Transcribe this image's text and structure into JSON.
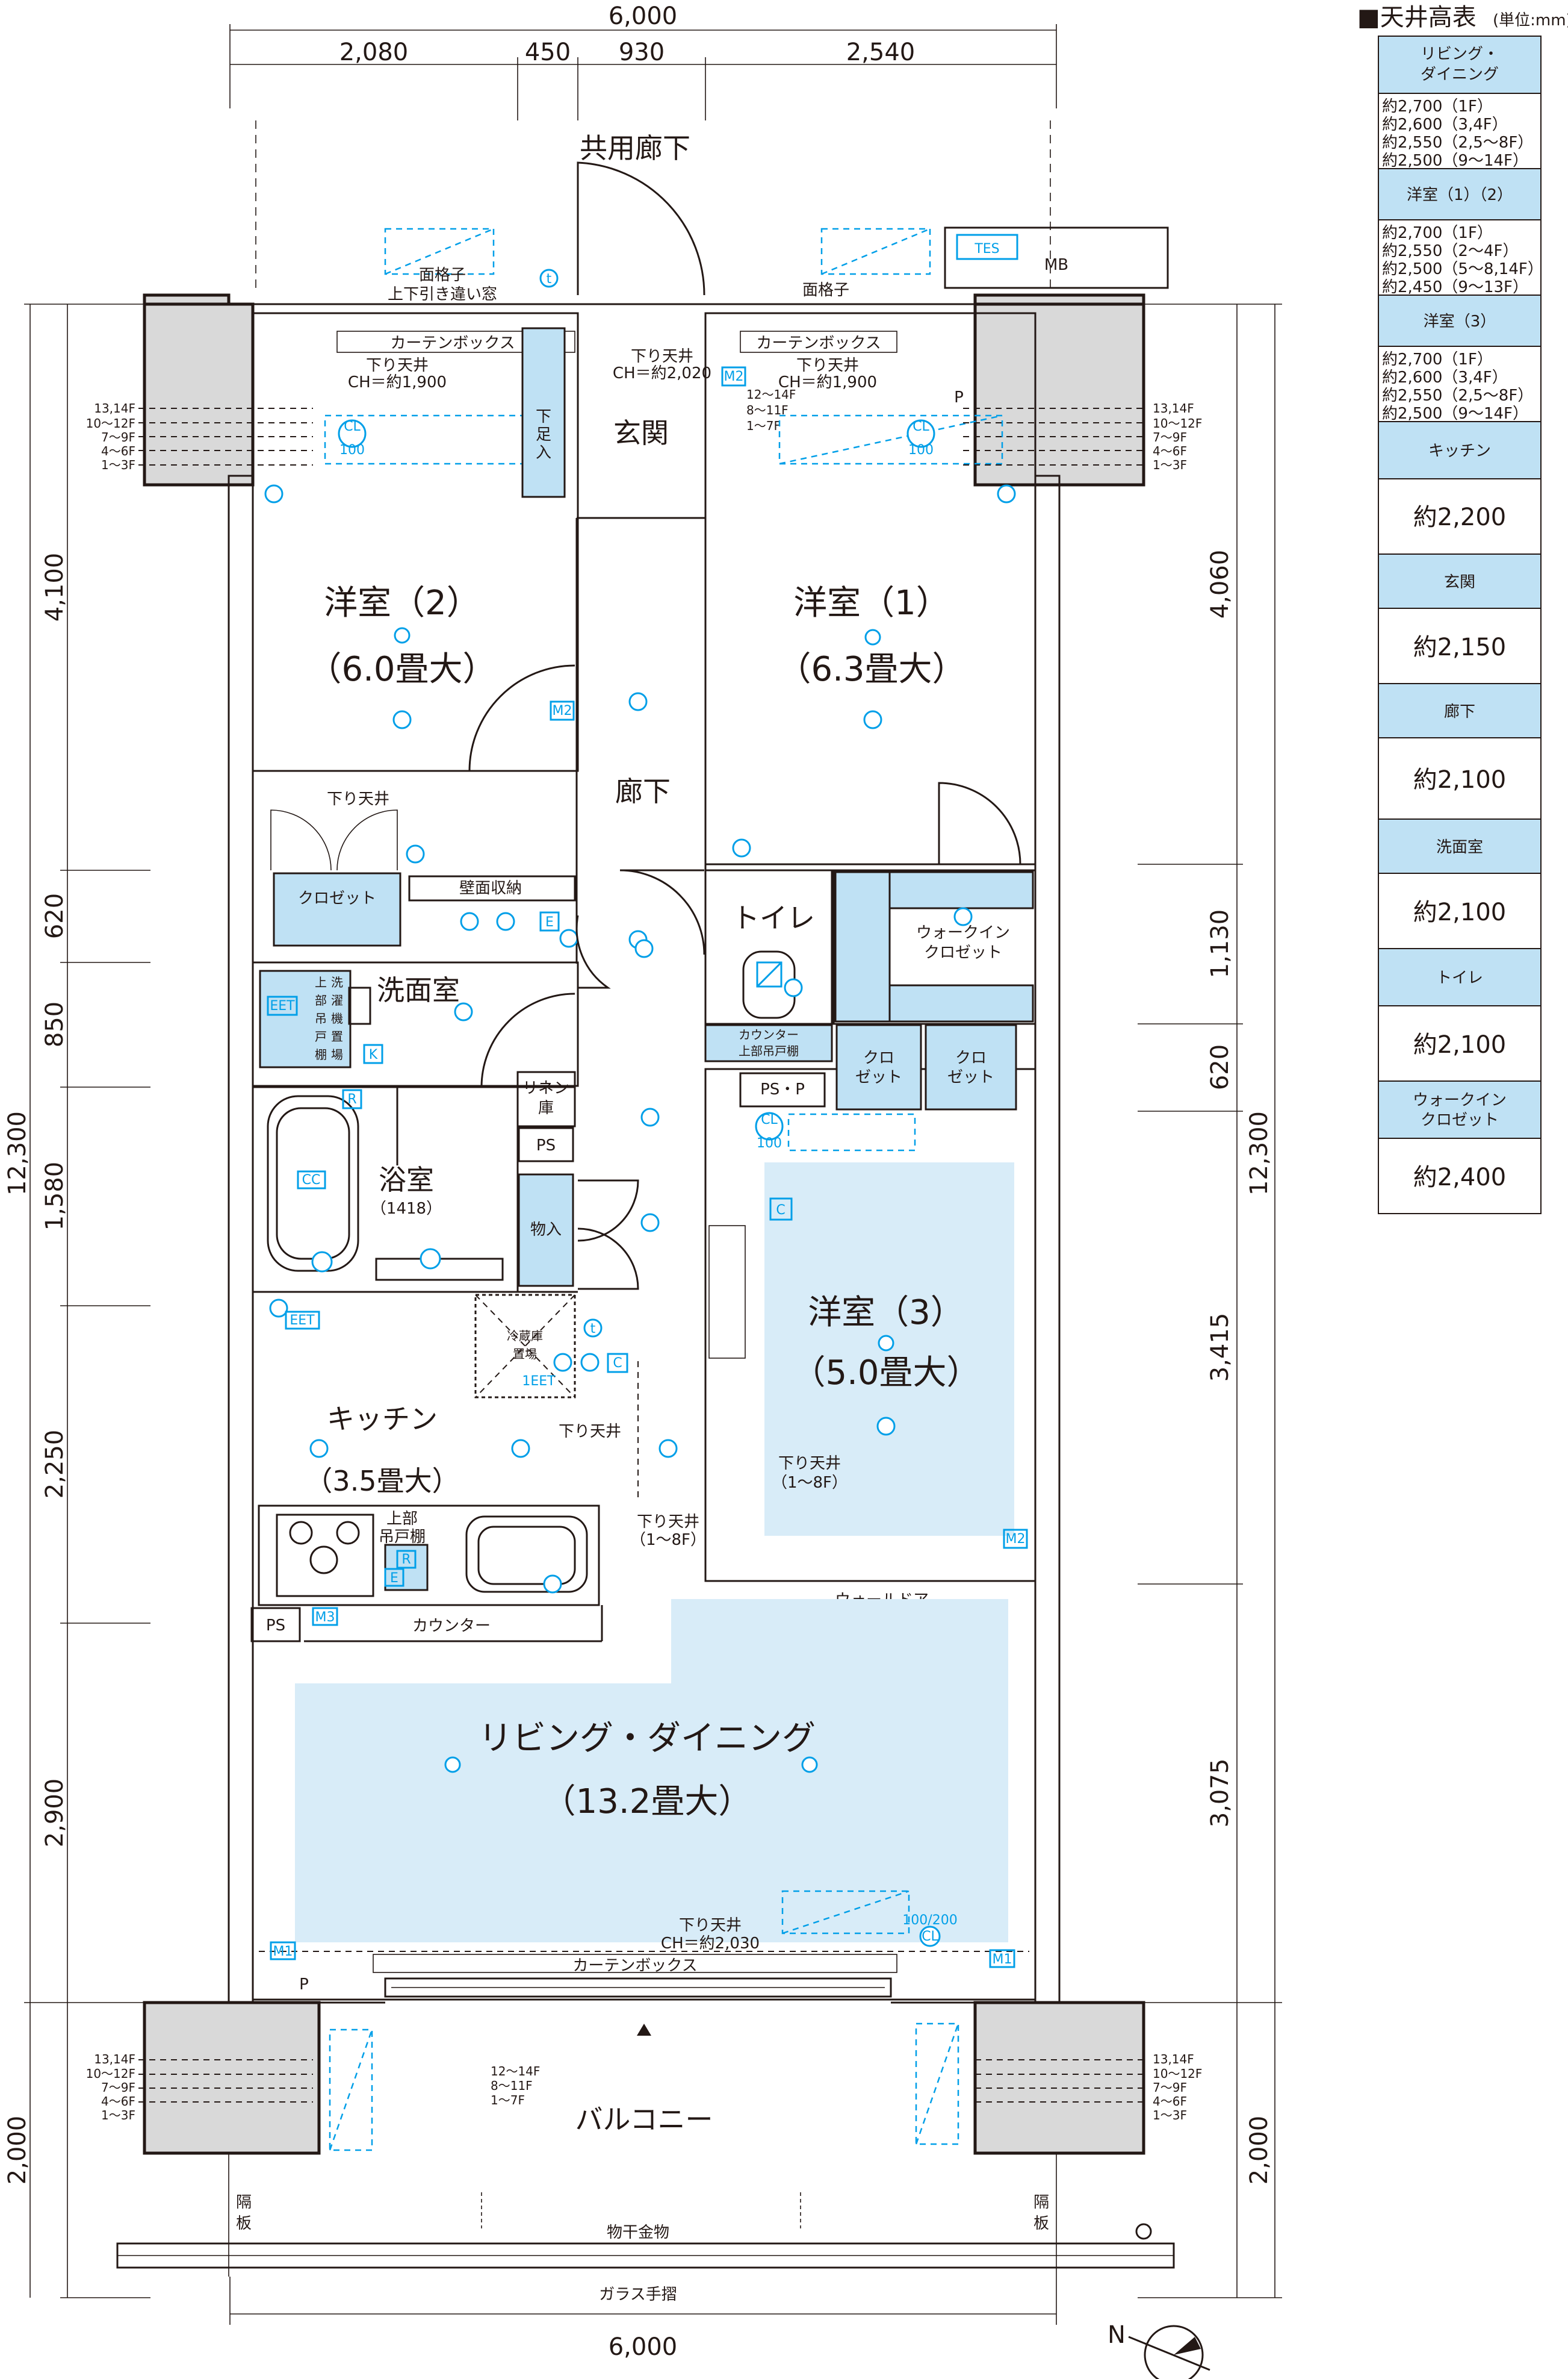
{
  "dimensions": {
    "top_total": "6,000",
    "top_segments": [
      "2,080",
      "450",
      "930",
      "2,540"
    ],
    "bottom_total": "6,000",
    "left": [
      "4,100",
      "620",
      "850",
      "1,580",
      "2,250",
      "2,900",
      "2,000"
    ],
    "left_total": "12,300",
    "right": [
      "4,060",
      "1,130",
      "620",
      "3,415",
      "3,075",
      "2,000"
    ],
    "right_total": "12,300"
  },
  "rooms": {
    "corridor_common": "共用廊下",
    "western2_name": "洋室（2）",
    "western2_size": "（6.0畳大）",
    "western1_name": "洋室（1）",
    "western1_size": "（6.3畳大）",
    "entrance": "玄関",
    "hallway": "廊下",
    "toilet": "トイレ",
    "walkin": [
      "ウォークイン",
      "クロゼット"
    ],
    "washroom": "洗面室",
    "bathroom": "浴室",
    "bathroom_size": "（1418）",
    "western3_name": "洋室（3）",
    "western3_size": "（5.0畳大）",
    "kitchen_name": "キッチン",
    "kitchen_size": "（3.5畳大）",
    "living_name": "リビング・ダイニング",
    "living_size": "（13.2畳大）",
    "balcony": "バルコニー"
  },
  "labels": {
    "lattice_left": "面格子",
    "sliding_window": "上下引き違い窓",
    "lattice_right": "面格子",
    "curtain_box": "カーテンボックス",
    "drop_ceiling": "下り天井",
    "ch_1900": "CH＝約1,900",
    "ch_2020": "CH＝約2,020",
    "ch_2030": "CH＝約2,030",
    "floors_12_14": "12〜14F",
    "floors_8_11": "8〜11F",
    "floors_1_7": "1〜7F",
    "floors_1_8": "（1〜8F）",
    "floors_side": [
      "13,14F",
      "10〜12F",
      "7〜9F",
      "4〜6F",
      "1〜3F"
    ],
    "shoe_box": [
      "下",
      "足",
      "入"
    ],
    "tes": "TES",
    "mb": "MB",
    "p": "P",
    "closet": "クロゼット",
    "storage": "壁面収納",
    "kuro_ze_tto": [
      "クロ",
      "ゼット"
    ],
    "linen": [
      "リネン",
      "庫"
    ],
    "ps": "PS",
    "ps_p": "PS・P",
    "storage_room": "物入",
    "counter_cabinet": [
      "カウンター",
      "上部吊戸棚"
    ],
    "wash_cabinet": [
      "洗",
      "濯",
      "機",
      "置",
      "場"
    ],
    "upper_cabinet": [
      "上",
      "部",
      "吊",
      "戸",
      "棚"
    ],
    "fridge": [
      "冷蔵庫",
      "置場"
    ],
    "upper_hanging": [
      "上部",
      "吊戸棚"
    ],
    "counter": "カウンター",
    "wall_door": "ウォールドア",
    "partition": [
      "隔",
      "板"
    ],
    "drying_rack": "物干金物",
    "glass_rail": "ガラス手摺",
    "north": "N",
    "cl100": [
      "CL",
      "100"
    ],
    "cl_100_200": "100/200",
    "eet": "EET",
    "m1": "M1",
    "m2": "M2",
    "m3": "M3",
    "e": "E",
    "k": "K",
    "r": "R",
    "c": "C",
    "t": "t"
  },
  "ceiling_table": {
    "title": "■天井高表",
    "unit": "(単位:mm)",
    "rows": [
      {
        "name": [
          "リビング・",
          "ダイニング"
        ],
        "values": [
          "約2,700（1F）",
          "約2,600（3,4F）",
          "約2,550（2,5〜8F）",
          "約2,500（9〜14F）"
        ]
      },
      {
        "name": [
          "洋室（1）（2）"
        ],
        "values": [
          "約2,700（1F）",
          "約2,550（2〜4F）",
          "約2,500（5〜8,14F）",
          "約2,450（9〜13F）"
        ]
      },
      {
        "name": [
          "洋室（3）"
        ],
        "values": [
          "約2,700（1F）",
          "約2,600（3,4F）",
          "約2,550（2,5〜8F）",
          "約2,500（9〜14F）"
        ]
      },
      {
        "name": [
          "キッチン"
        ],
        "values": [
          "約2,200"
        ]
      },
      {
        "name": [
          "玄関"
        ],
        "values": [
          "約2,150"
        ]
      },
      {
        "name": [
          "廊下"
        ],
        "values": [
          "約2,100"
        ]
      },
      {
        "name": [
          "洗面室"
        ],
        "values": [
          "約2,100"
        ]
      },
      {
        "name": [
          "トイレ"
        ],
        "values": [
          "約2,100"
        ]
      },
      {
        "name": [
          "ウォークイン",
          "クロゼット"
        ],
        "values": [
          "約2,400"
        ]
      }
    ]
  }
}
